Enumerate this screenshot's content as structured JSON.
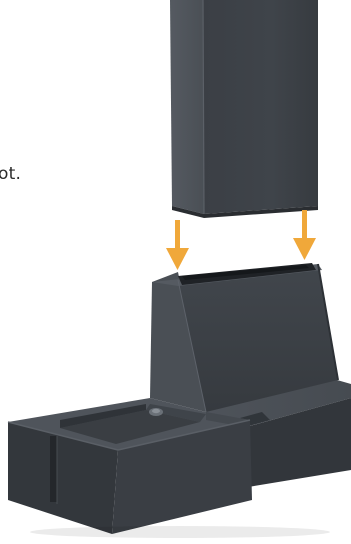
{
  "caption": {
    "visible_text": "ot."
  },
  "colors": {
    "arrow": "#f0a83a",
    "part_light": "#4d5258",
    "part_mid": "#3d4147",
    "part_dark": "#2c3035",
    "part_darkest": "#1f2226",
    "background": "#ffffff"
  },
  "figure": {
    "top_part": "rectangular-tube",
    "bottom_part": "stepped-base-with-socket",
    "arrows": [
      "down-arrow",
      "down-arrow"
    ]
  }
}
